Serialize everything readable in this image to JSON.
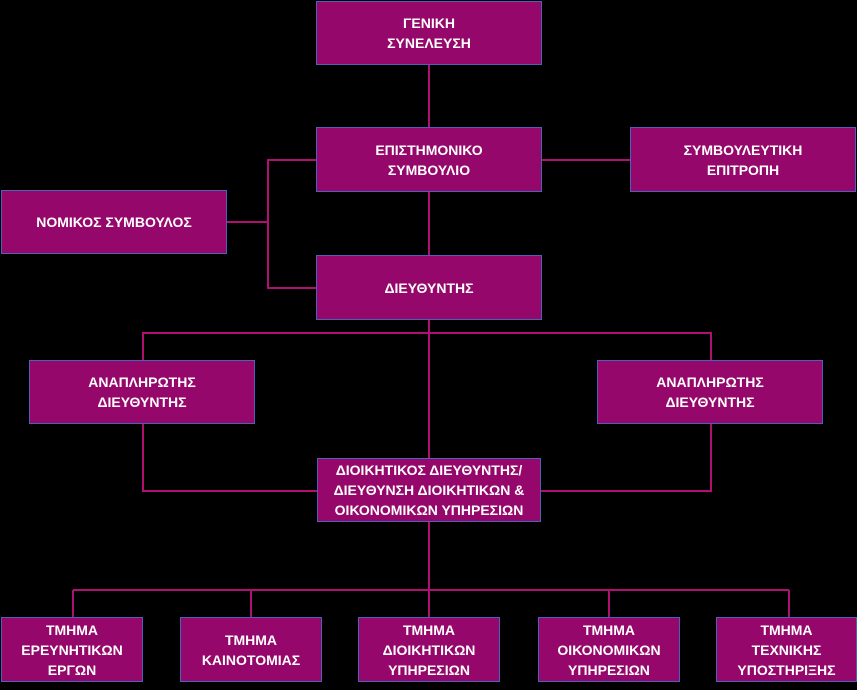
{
  "colors": {
    "box_fill": "#96076b",
    "box_border": "#4a63b8",
    "connector": "#b0106f",
    "background": "#000000",
    "text": "#ffffff"
  },
  "nodes": {
    "general_assembly": [
      "ΓΕΝΙΚΗ",
      "ΣΥΝΕΛΕΥΣΗ"
    ],
    "scientific_council": [
      "ΕΠΙΣΤΗΜΟΝΙΚΟ",
      "ΣΥΜΒΟΥΛΙΟ"
    ],
    "advisory_committee": [
      "ΣΥΜΒΟΥΛΕΥΤΙΚΗ",
      "ΕΠΙΤΡΟΠΗ"
    ],
    "legal_advisor": [
      "ΝΟΜΙΚΟΣ ΣΥΜΒΟΥΛΟΣ"
    ],
    "director": [
      "ΔΙΕΥΘΥΝΤΗΣ"
    ],
    "deputy_director_left": [
      "ΑΝΑΠΛΗΡΩΤΗΣ",
      "ΔΙΕΥΘΥΝΤΗΣ"
    ],
    "deputy_director_right": [
      "ΑΝΑΠΛΗΡΩΤΗΣ",
      "ΔΙΕΥΘΥΝΤΗΣ"
    ],
    "administrative_director": [
      "ΔΙΟΙΚΗΤΙΚΟΣ ΔΙΕΥΘΥΝΤΗΣ/",
      "ΔΙΕΥΘΥΝΣΗ ΔΙΟΙΚΗΤΙΚΩΝ &",
      "ΟΙΚΟΝΟΜΙΚΩΝ ΥΠΗΡΕΣΙΩΝ"
    ],
    "dept_research_projects": [
      "ΤΜΗΜΑ",
      "ΕΡΕΥΝΗΤΙΚΩΝ",
      "ΕΡΓΩΝ"
    ],
    "dept_innovation": [
      "ΤΜΗΜΑ",
      "ΚΑΙΝΟΤΟΜΙΑΣ"
    ],
    "dept_administrative_services": [
      "ΤΜΗΜΑ",
      "ΔΙΟΙΚΗΤΙΚΩΝ",
      "ΥΠΗΡΕΣΙΩΝ"
    ],
    "dept_financial_services": [
      "ΤΜΗΜΑ",
      "ΟΙΚΟΝΟΜΙΚΩΝ",
      "ΥΠΗΡΕΣΙΩΝ"
    ],
    "dept_technical_support": [
      "ΤΜΗΜΑ",
      "ΤΕΧΝΙΚΗΣ",
      "ΥΠΟΣΤΗΡΙΞΗΣ"
    ]
  }
}
